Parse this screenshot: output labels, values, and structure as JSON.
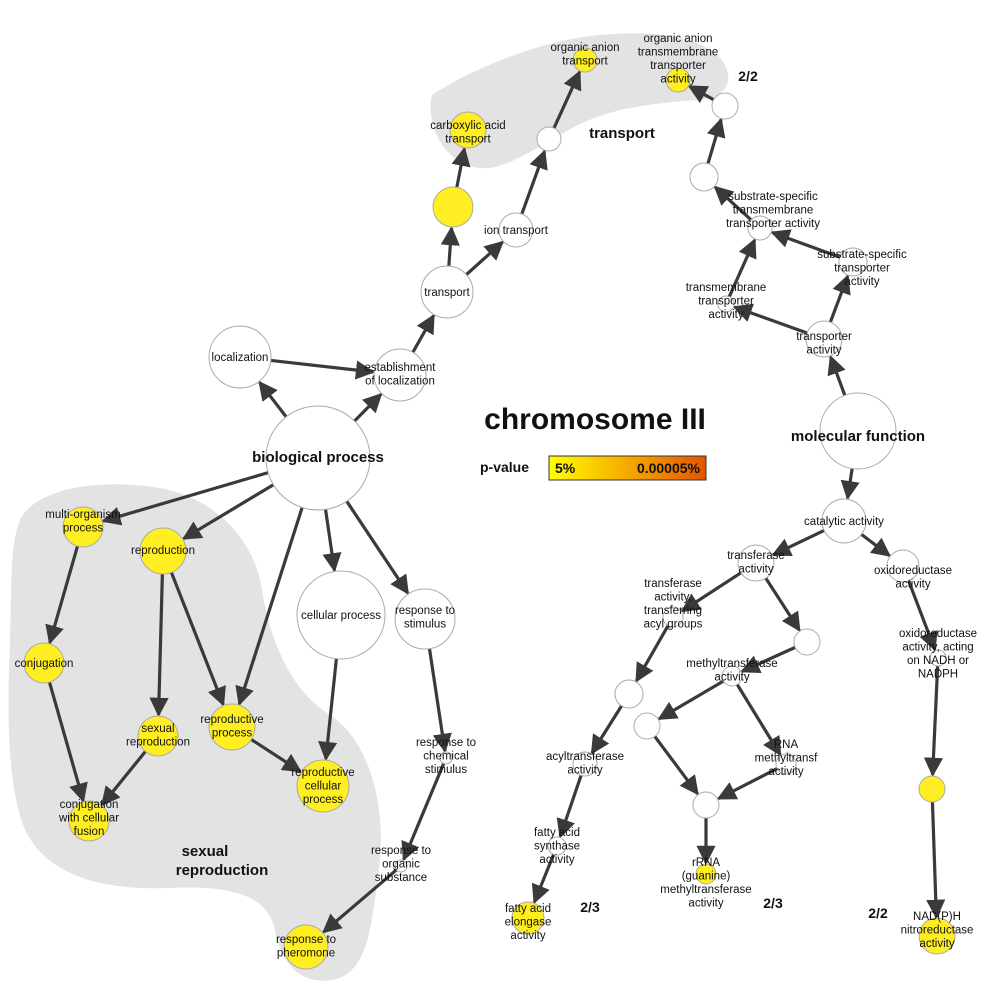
{
  "title": "chromosome III",
  "legend": {
    "label": "p-value",
    "low": "5%",
    "high": "0.00005%",
    "colors": [
      "#ffff00",
      "#f5a000",
      "#e05500"
    ]
  },
  "colors": {
    "significant": "#ffee22",
    "plain": "#ffffff",
    "node_stroke": "#aaaaaa",
    "edge": "#3a3a3a",
    "group_fill": "#e3e3e3"
  },
  "groups": [
    {
      "id": "g-transport",
      "label": "transport"
    },
    {
      "id": "g-sexual",
      "label": "sexual reproduction"
    }
  ],
  "ratios": [
    "2/2",
    "2/3",
    "2/3",
    "2/2"
  ],
  "nodes": [
    {
      "id": "bp",
      "label": "biological process",
      "hub": true,
      "color": "plain"
    },
    {
      "id": "loc",
      "label": "localization",
      "color": "plain"
    },
    {
      "id": "estloc",
      "label": "establishment of localization",
      "color": "plain"
    },
    {
      "id": "transport",
      "label": "transport",
      "color": "plain"
    },
    {
      "id": "iontr",
      "label": "ion transport",
      "color": "plain"
    },
    {
      "id": "anon1",
      "label": "",
      "color": "plain"
    },
    {
      "id": "orgaa",
      "label": "organic anion transport",
      "color": "significant"
    },
    {
      "id": "anonY1",
      "label": "",
      "color": "significant"
    },
    {
      "id": "carbox",
      "label": "carboxylic acid transport",
      "color": "significant"
    },
    {
      "id": "multi",
      "label": "multi-organism process",
      "color": "significant"
    },
    {
      "id": "repro",
      "label": "reproduction",
      "color": "significant"
    },
    {
      "id": "cellp",
      "label": "cellular process",
      "color": "plain"
    },
    {
      "id": "respst",
      "label": "response to stimulus",
      "color": "plain"
    },
    {
      "id": "conj",
      "label": "conjugation",
      "color": "significant"
    },
    {
      "id": "sexrep",
      "label": "sexual reproduction",
      "color": "significant"
    },
    {
      "id": "reprop",
      "label": "reproductive process",
      "color": "significant"
    },
    {
      "id": "reprocell",
      "label": "reproductive cellular process",
      "color": "significant"
    },
    {
      "id": "conjfus",
      "label": "conjugation with cellular fusion",
      "color": "significant"
    },
    {
      "id": "respchem",
      "label": "response to chemical stimulus",
      "color": "plain"
    },
    {
      "id": "resporg",
      "label": "response to organic substance",
      "color": "plain"
    },
    {
      "id": "respher",
      "label": "response to pheromone",
      "color": "significant"
    },
    {
      "id": "mf",
      "label": "molecular function",
      "hub": true,
      "color": "plain"
    },
    {
      "id": "tract",
      "label": "transporter activity",
      "color": "plain"
    },
    {
      "id": "tmtract",
      "label": "transmembrane transporter activity",
      "color": "plain"
    },
    {
      "id": "sstract",
      "label": "substrate-specific transporter activity",
      "color": "plain"
    },
    {
      "id": "sstmtract",
      "label": "substrate-specific transmembrane transporter activity",
      "color": "plain"
    },
    {
      "id": "anon2",
      "label": "",
      "color": "plain"
    },
    {
      "id": "anon3",
      "label": "",
      "color": "plain"
    },
    {
      "id": "oatmtract",
      "label": "organic anion transmembrane transporter activity",
      "color": "significant"
    },
    {
      "id": "catact",
      "label": "catalytic activity",
      "color": "plain"
    },
    {
      "id": "transfer",
      "label": "transferase activity",
      "color": "plain"
    },
    {
      "id": "oxred",
      "label": "oxidoreductase activity",
      "color": "plain"
    },
    {
      "id": "transacyl",
      "label": "transferase activity, transferring acyl groups",
      "color": "plain"
    },
    {
      "id": "anon4",
      "label": "",
      "color": "plain"
    },
    {
      "id": "methyl",
      "label": "methyltransferase activity",
      "color": "plain"
    },
    {
      "id": "anon5",
      "label": "",
      "color": "plain"
    },
    {
      "id": "acyltr",
      "label": "acyltransferase activity",
      "color": "plain"
    },
    {
      "id": "anon6",
      "label": "",
      "color": "plain"
    },
    {
      "id": "rnamethyl",
      "label": "RNA methyltransferase activity",
      "color": "plain"
    },
    {
      "id": "anon7",
      "label": "",
      "color": "plain"
    },
    {
      "id": "fas",
      "label": "fatty acid synthase activity",
      "color": "plain"
    },
    {
      "id": "fae",
      "label": "fatty acid elongase activity",
      "color": "significant"
    },
    {
      "id": "rrna",
      "label": "rRNA (guanine) methyltransferase activity",
      "color": "significant"
    },
    {
      "id": "oxnad",
      "label": "oxidoreductase activity, acting on NAD(P)H",
      "color": "plain"
    },
    {
      "id": "anonY2",
      "label": "",
      "color": "significant"
    },
    {
      "id": "nadph",
      "label": "NAD(P)H nitroreductase activity",
      "color": "significant"
    }
  ],
  "edges": [
    [
      "bp",
      "loc"
    ],
    [
      "bp",
      "estloc"
    ],
    [
      "loc",
      "estloc"
    ],
    [
      "estloc",
      "transport"
    ],
    [
      "transport",
      "iontr"
    ],
    [
      "transport",
      "anonY1"
    ],
    [
      "anonY1",
      "carbox"
    ],
    [
      "iontr",
      "anon1"
    ],
    [
      "anon1",
      "orgaa"
    ],
    [
      "bp",
      "multi"
    ],
    [
      "bp",
      "repro"
    ],
    [
      "bp",
      "reprop"
    ],
    [
      "bp",
      "cellp"
    ],
    [
      "bp",
      "respst"
    ],
    [
      "multi",
      "conj"
    ],
    [
      "conj",
      "conjfus"
    ],
    [
      "repro",
      "sexrep"
    ],
    [
      "repro",
      "reprop"
    ],
    [
      "sexrep",
      "conjfus"
    ],
    [
      "reprop",
      "reprocell"
    ],
    [
      "cellp",
      "reprocell"
    ],
    [
      "respst",
      "respchem"
    ],
    [
      "respchem",
      "resporg"
    ],
    [
      "resporg",
      "respher"
    ],
    [
      "mf",
      "tract"
    ],
    [
      "tract",
      "tmtract"
    ],
    [
      "tract",
      "sstract"
    ],
    [
      "sstract",
      "sstmtract"
    ],
    [
      "tmtract",
      "sstmtract"
    ],
    [
      "sstmtract",
      "anon2"
    ],
    [
      "anon2",
      "anon3"
    ],
    [
      "anon3",
      "oatmtract"
    ],
    [
      "mf",
      "catact"
    ],
    [
      "catact",
      "transfer"
    ],
    [
      "catact",
      "oxred"
    ],
    [
      "transfer",
      "transacyl"
    ],
    [
      "transfer",
      "anon4"
    ],
    [
      "anon4",
      "methyl"
    ],
    [
      "transacyl",
      "anon5"
    ],
    [
      "anon5",
      "acyltr"
    ],
    [
      "acyltr",
      "fas"
    ],
    [
      "fas",
      "fae"
    ],
    [
      "methyl",
      "anon6"
    ],
    [
      "methyl",
      "rnamethyl"
    ],
    [
      "anon6",
      "anon7"
    ],
    [
      "rnamethyl",
      "anon7"
    ],
    [
      "anon7",
      "rrna"
    ],
    [
      "oxred",
      "oxnad"
    ],
    [
      "oxnad",
      "anonY2"
    ],
    [
      "anonY2",
      "nadph"
    ]
  ]
}
